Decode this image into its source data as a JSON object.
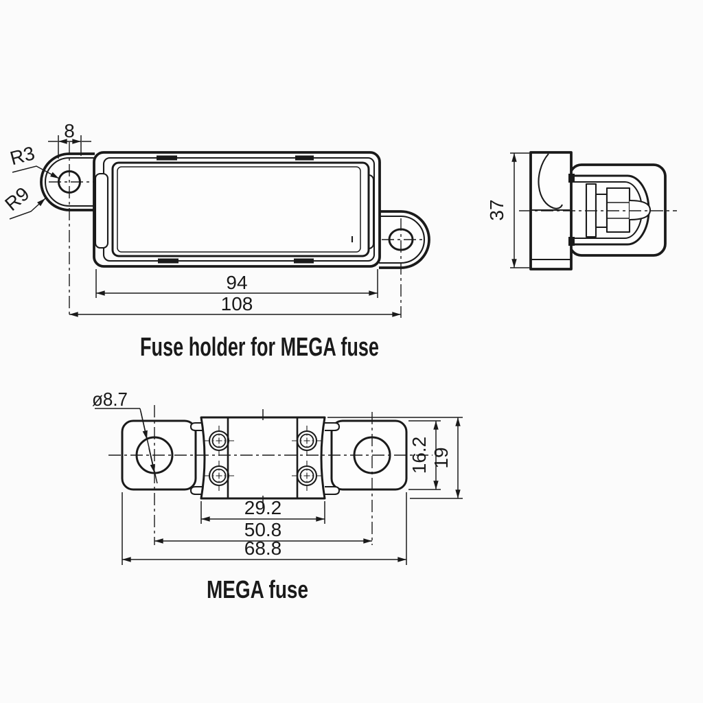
{
  "page": {
    "background": "#fbfbfb",
    "line_color": "#1a1a1a"
  },
  "holder_view": {
    "title": "Fuse holder for MEGA fuse",
    "dimensions": {
      "mount_tab_offset": "8",
      "mount_hole_radius": "R3",
      "mount_tab_radius": "R9",
      "body_length": "94",
      "mount_hole_spacing": "108",
      "side_height": "37"
    }
  },
  "fuse_view": {
    "title": "MEGA fuse",
    "dimensions": {
      "terminal_hole_diameter": "ø8.7",
      "center_body_length": "29.2",
      "hole_center_spacing": "50.8",
      "overall_length": "68.8",
      "terminal_width": "16.2",
      "body_width": "19"
    }
  }
}
